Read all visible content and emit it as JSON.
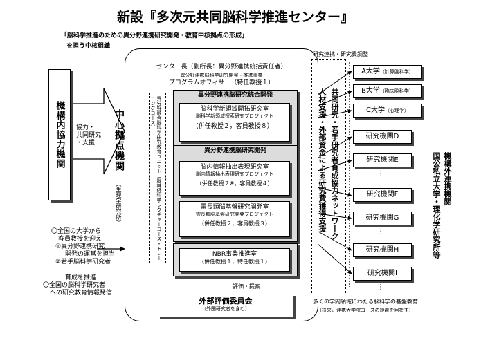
{
  "title": "新設『多次元共同脳科学推進センター』",
  "subtitle_line1": "「脳科学推進のための異分野連携研究開発・教育中核拠点の形成」",
  "subtitle_line2": "を担う中核組織",
  "left_col": {
    "org": "機構内協力機関",
    "support": [
      "協力・",
      "共同研究",
      "・支援"
    ],
    "hub": "中心拠点機関",
    "hub_sub": "（生理学研究所）",
    "notes": [
      "〇全国の大学から",
      "客員教授を迎え",
      "①異分野連携研究",
      "開発の運営を担当",
      "②若手脳科学研究者",
      "育成を推進",
      "〇全国の脳科学研究者",
      "への研究教育情報発信"
    ]
  },
  "center": {
    "director": "センター長（副所長：異分野連携統括責任者）",
    "director_sub": "異分野連携脳科学研究開発・推進事業",
    "po": "プログラムオフィサー（特任教授１）",
    "education_vertical": "異分野融合脳科学研究教育ユニット（脳神経科学レクチャーコース・トレーニングコース）",
    "integrated": "異分野連携脳研究統合開発",
    "lab1_title": "脳科学新領域開拓研究室",
    "lab1_sub": "脳科学新領域探索研究プロジェクト",
    "lab1_staff": "(併任教授２，客員教授８）",
    "dev": "異分野連携脳研究開発",
    "lab2_title": "脳内情報抽出表現研究室",
    "lab2_sub": "脳内情報抽出表現研究プロジェクト",
    "lab2_staff": "（併任教授２※，客員教授４）",
    "lab3_title": "霊長類脳基盤研究開発室",
    "lab3_sub": "霊長類脳基盤研究開発プロジェクト",
    "lab3_staff": "（併任教授２，客員教授３）",
    "nbr_title": "NBR事業推進室",
    "nbr_staff": "（併任教授１，特任教授１）",
    "eval_label": "評価・提案",
    "committee": "外部評価委員会",
    "committee_sub": "（外国研究者を含む）"
  },
  "network": {
    "coord_label": "研究連携・研究費調整",
    "col1": "共同研究・若手研究者育成協力ネットワーク",
    "col2": "人材支援・外部資金による研究費獲得支援",
    "bottom1": "多くの学問領域にわたる脳科学の基盤教育",
    "bottom2": "（将来，連携大学院コースの設置を目指す）"
  },
  "right": {
    "univ_a": "A大学",
    "univ_a_sub": "（計算脳科学）",
    "univ_b": "B大学",
    "univ_b_sub": "（臨床脳科学）",
    "univ_c": "C大学",
    "univ_c_sub": "（心理学）",
    "orgs": [
      "研究機関D",
      "研究機関E",
      "研究機関F",
      "研究機関G",
      "研究機関H",
      "研究機関I"
    ],
    "dots": "⋮",
    "side_label1": "機構外連携機関",
    "side_label2": "国公私立大学・理化学研究所等"
  },
  "colors": {
    "gray": "#dcdcdc",
    "dark": "#555555"
  }
}
